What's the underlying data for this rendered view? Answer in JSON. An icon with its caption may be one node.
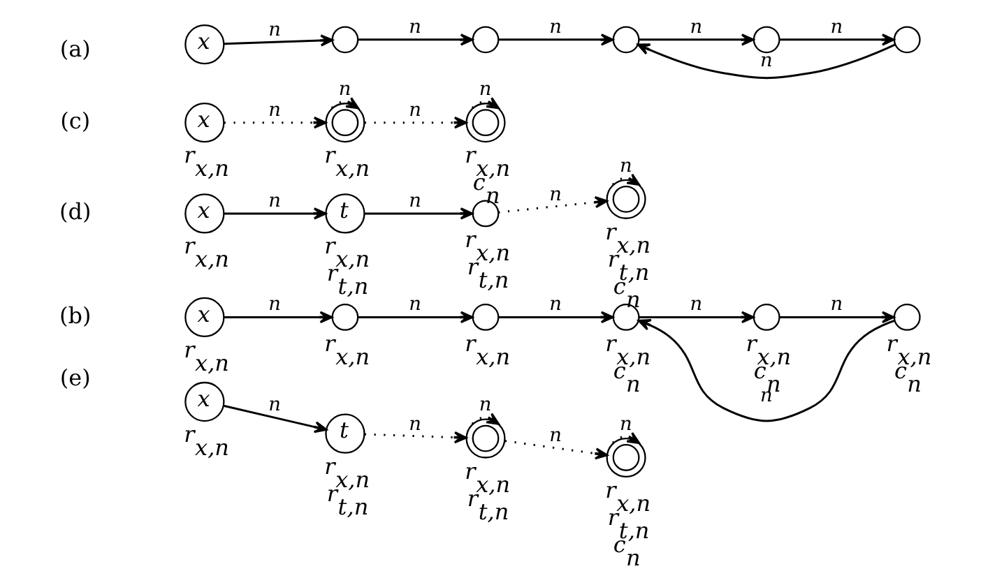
{
  "diagram": {
    "nodes": [
      {
        "text": [
          "x"
        ]
      },
      {
        "text": [],
        "shape": "circle"
      },
      {
        "text": [],
        "shape": "circle"
      },
      {
        "text": [],
        "shape": "circle"
      },
      {
        "text": [],
        "shape": "circle"
      },
      {
        "text": [],
        "shape": "circle"
      },
      {
        "text": [
          "x"
        ],
        "beside": [
          "r$_{x,n}$"
        ]
      },
      {
        "text": [],
        "shape": "doublecircle",
        "beside": [
          "r$_{x,n}$"
        ]
      },
      {
        "text": [],
        "shape": "doublecircle",
        "beside": [
          "r$_{x,n}$",
          "c$_{n}$"
        ]
      },
      {
        "text": [
          "x"
        ],
        "beside": [
          "r$_{x,n}$"
        ]
      },
      {
        "text": [
          "t"
        ],
        "beside": [
          "r$_{x,n}$",
          "r$_{t,n}$"
        ]
      },
      {
        "text": [],
        "shape": "circle",
        "beside": [
          "r$_{x,n}$",
          "r$_{t,n}$"
        ]
      },
      {
        "text": [],
        "shape": "doublecircle",
        "beside": [
          "r$_{x,n}$",
          "r$_{t,n}$",
          "c$_{n}$"
        ]
      },
      {
        "text": [
          "x"
        ],
        "beside": [
          "r$_{x,n}$"
        ]
      },
      {
        "text": [],
        "shape": "circle",
        "beside": [
          "r$_{x,n}$"
        ]
      },
      {
        "text": [],
        "shape": "circle",
        "beside": [
          "r$_{x,n}$"
        ]
      },
      {
        "text": [],
        "shape": "circle",
        "beside": [
          "r$_{x,n}$",
          "c$_{n}$"
        ]
      },
      {
        "text": [],
        "shape": "circle",
        "beside": [
          "r$_{x,n}$",
          "c$_{n}$"
        ]
      },
      {
        "text": [],
        "shape": "circle",
        "beside": [
          "r$_{x,n}$",
          "c$_{n}$"
        ]
      },
      {
        "text": [
          "x"
        ],
        "beside": [
          "r$_{x,n}$"
        ]
      },
      {
        "text": [
          "t"
        ],
        "beside": [
          "r$_{x,n}$",
          "r$_{t,n}$"
        ]
      },
      {
        "text": [],
        "shape": "doublecircle",
        "beside": [
          "r$_{x,n}$",
          "r$_{t,n}$"
        ]
      },
      {
        "text": [],
        "shape": "doublecircle",
        "beside": [
          "r$_{x,n}$",
          "r$_{t,n}$",
          "c$_{n}$"
        ]
      }
    ],
    "edges": [
      {
        "from": 0,
        "to": 1,
        "arrow": "to",
        "label": "n"
      },
      {
        "from": 1,
        "to": 2,
        "arrow": "to",
        "label": "n"
      },
      {
        "from": 2,
        "to": 3,
        "arrow": "to",
        "label": "n"
      },
      {
        "from": 3,
        "to": 4,
        "arrow": "to",
        "label": "n"
      },
      {
        "from": 4,
        "to": 5,
        "arrow": "to",
        "label": "n"
      },
      {
        "from": 5,
        "to": 3,
        "arrow": "to",
        "label": "n"
      },
      {
        "from": 6,
        "to": 7,
        "arrow": "to",
        "label": "n",
        "style": "dashed"
      },
      {
        "from": 7,
        "to": 7,
        "arrow": "to",
        "label": "n",
        "style": "dashed"
      },
      {
        "from": 7,
        "to": 8,
        "arrow": "to",
        "label": "n",
        "style": "dashed"
      },
      {
        "from": 8,
        "to": 8,
        "arrow": "to",
        "label": "n",
        "style": "dashed"
      },
      {
        "from": 9,
        "to": 10,
        "arrow": "to",
        "label": "n"
      },
      {
        "from": 10,
        "to": 11,
        "arrow": "to",
        "label": "n"
      },
      {
        "from": 11,
        "to": 12,
        "arrow": "to",
        "label": "n",
        "style": "dashed"
      },
      {
        "from": 12,
        "to": 12,
        "arrow": "to",
        "label": "n",
        "style": "dashed"
      },
      {
        "from": 13,
        "to": 14,
        "arrow": "to",
        "label": "n"
      },
      {
        "from": 14,
        "to": 15,
        "arrow": "to",
        "label": "n"
      },
      {
        "from": 15,
        "to": 16,
        "arrow": "to",
        "label": "n"
      },
      {
        "from": 16,
        "to": 17,
        "arrow": "to",
        "label": "n"
      },
      {
        "from": 17,
        "to": 18,
        "arrow": "to",
        "label": "n"
      },
      {
        "from": 18,
        "to": 16,
        "arrow": "to",
        "label": "n"
      },
      {
        "from": 19,
        "to": 20,
        "arrow": "to",
        "label": "n"
      },
      {
        "from": 20,
        "to": 21,
        "arrow": "to",
        "label": "n",
        "style": "dashed"
      },
      {
        "from": 21,
        "to": 21,
        "arrow": "to",
        "label": "n",
        "style": "dashed"
      },
      {
        "from": 21,
        "to": 22,
        "arrow": "to",
        "label": "n",
        "style": "dashed"
      },
      {
        "from": 22,
        "to": 22,
        "arrow": "to",
        "label": "n",
        "style": "dashed"
      }
    ],
    "labels": [
      "(a)",
      "(c)",
      "(d)",
      "(b)",
      "(e)"
    ]
  }
}
